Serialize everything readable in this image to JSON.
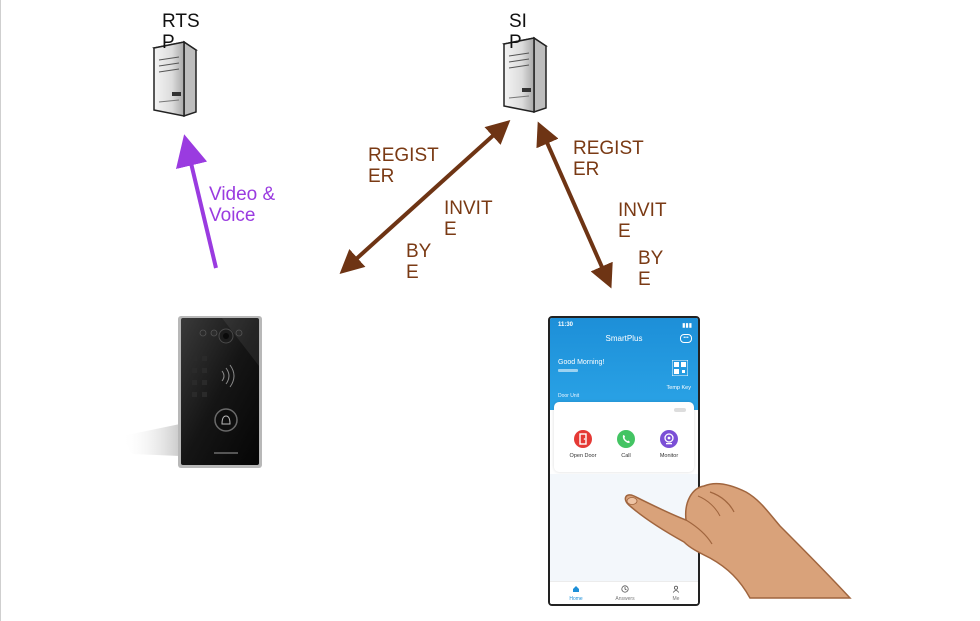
{
  "servers": {
    "rtsp": {
      "label": "RTS\nP",
      "icon": "server-icon"
    },
    "sip": {
      "label": "SI\nP",
      "icon": "server-icon"
    }
  },
  "arrows": {
    "video_voice": {
      "label": "Video &\nVoice",
      "color": "#9a3be0"
    },
    "sip_to_door": {
      "register": "REGIST\nER",
      "invite": "INVIT\nE",
      "bye": "BY\nE",
      "color": "#6e3414"
    },
    "sip_to_phone": {
      "register": "REGIST\nER",
      "invite": "INVIT\nE",
      "bye": "BY\nE",
      "color": "#6e3414"
    }
  },
  "devices": {
    "door_unit": {
      "icon": "door-intercom-icon"
    },
    "phone": {
      "time": "11:30",
      "app_title": "SmartPlus",
      "greeting": "Good Morning!",
      "temp_key": "Temp Key",
      "door_unit_label": "Door Unit",
      "actions": [
        {
          "label": "Open Door",
          "color": "#e53935",
          "icon": "door-icon"
        },
        {
          "label": "Call",
          "color": "#43c463",
          "icon": "phone-icon"
        },
        {
          "label": "Monitor",
          "color": "#7b4fd6",
          "icon": "camera-icon"
        }
      ],
      "nav": [
        {
          "label": "Home",
          "icon": "home-icon",
          "active": true
        },
        {
          "label": "Answers",
          "icon": "clock-icon",
          "active": false
        },
        {
          "label": "Me",
          "icon": "user-icon",
          "active": false
        }
      ]
    },
    "hand": {
      "icon": "hand-pointer-icon"
    }
  }
}
